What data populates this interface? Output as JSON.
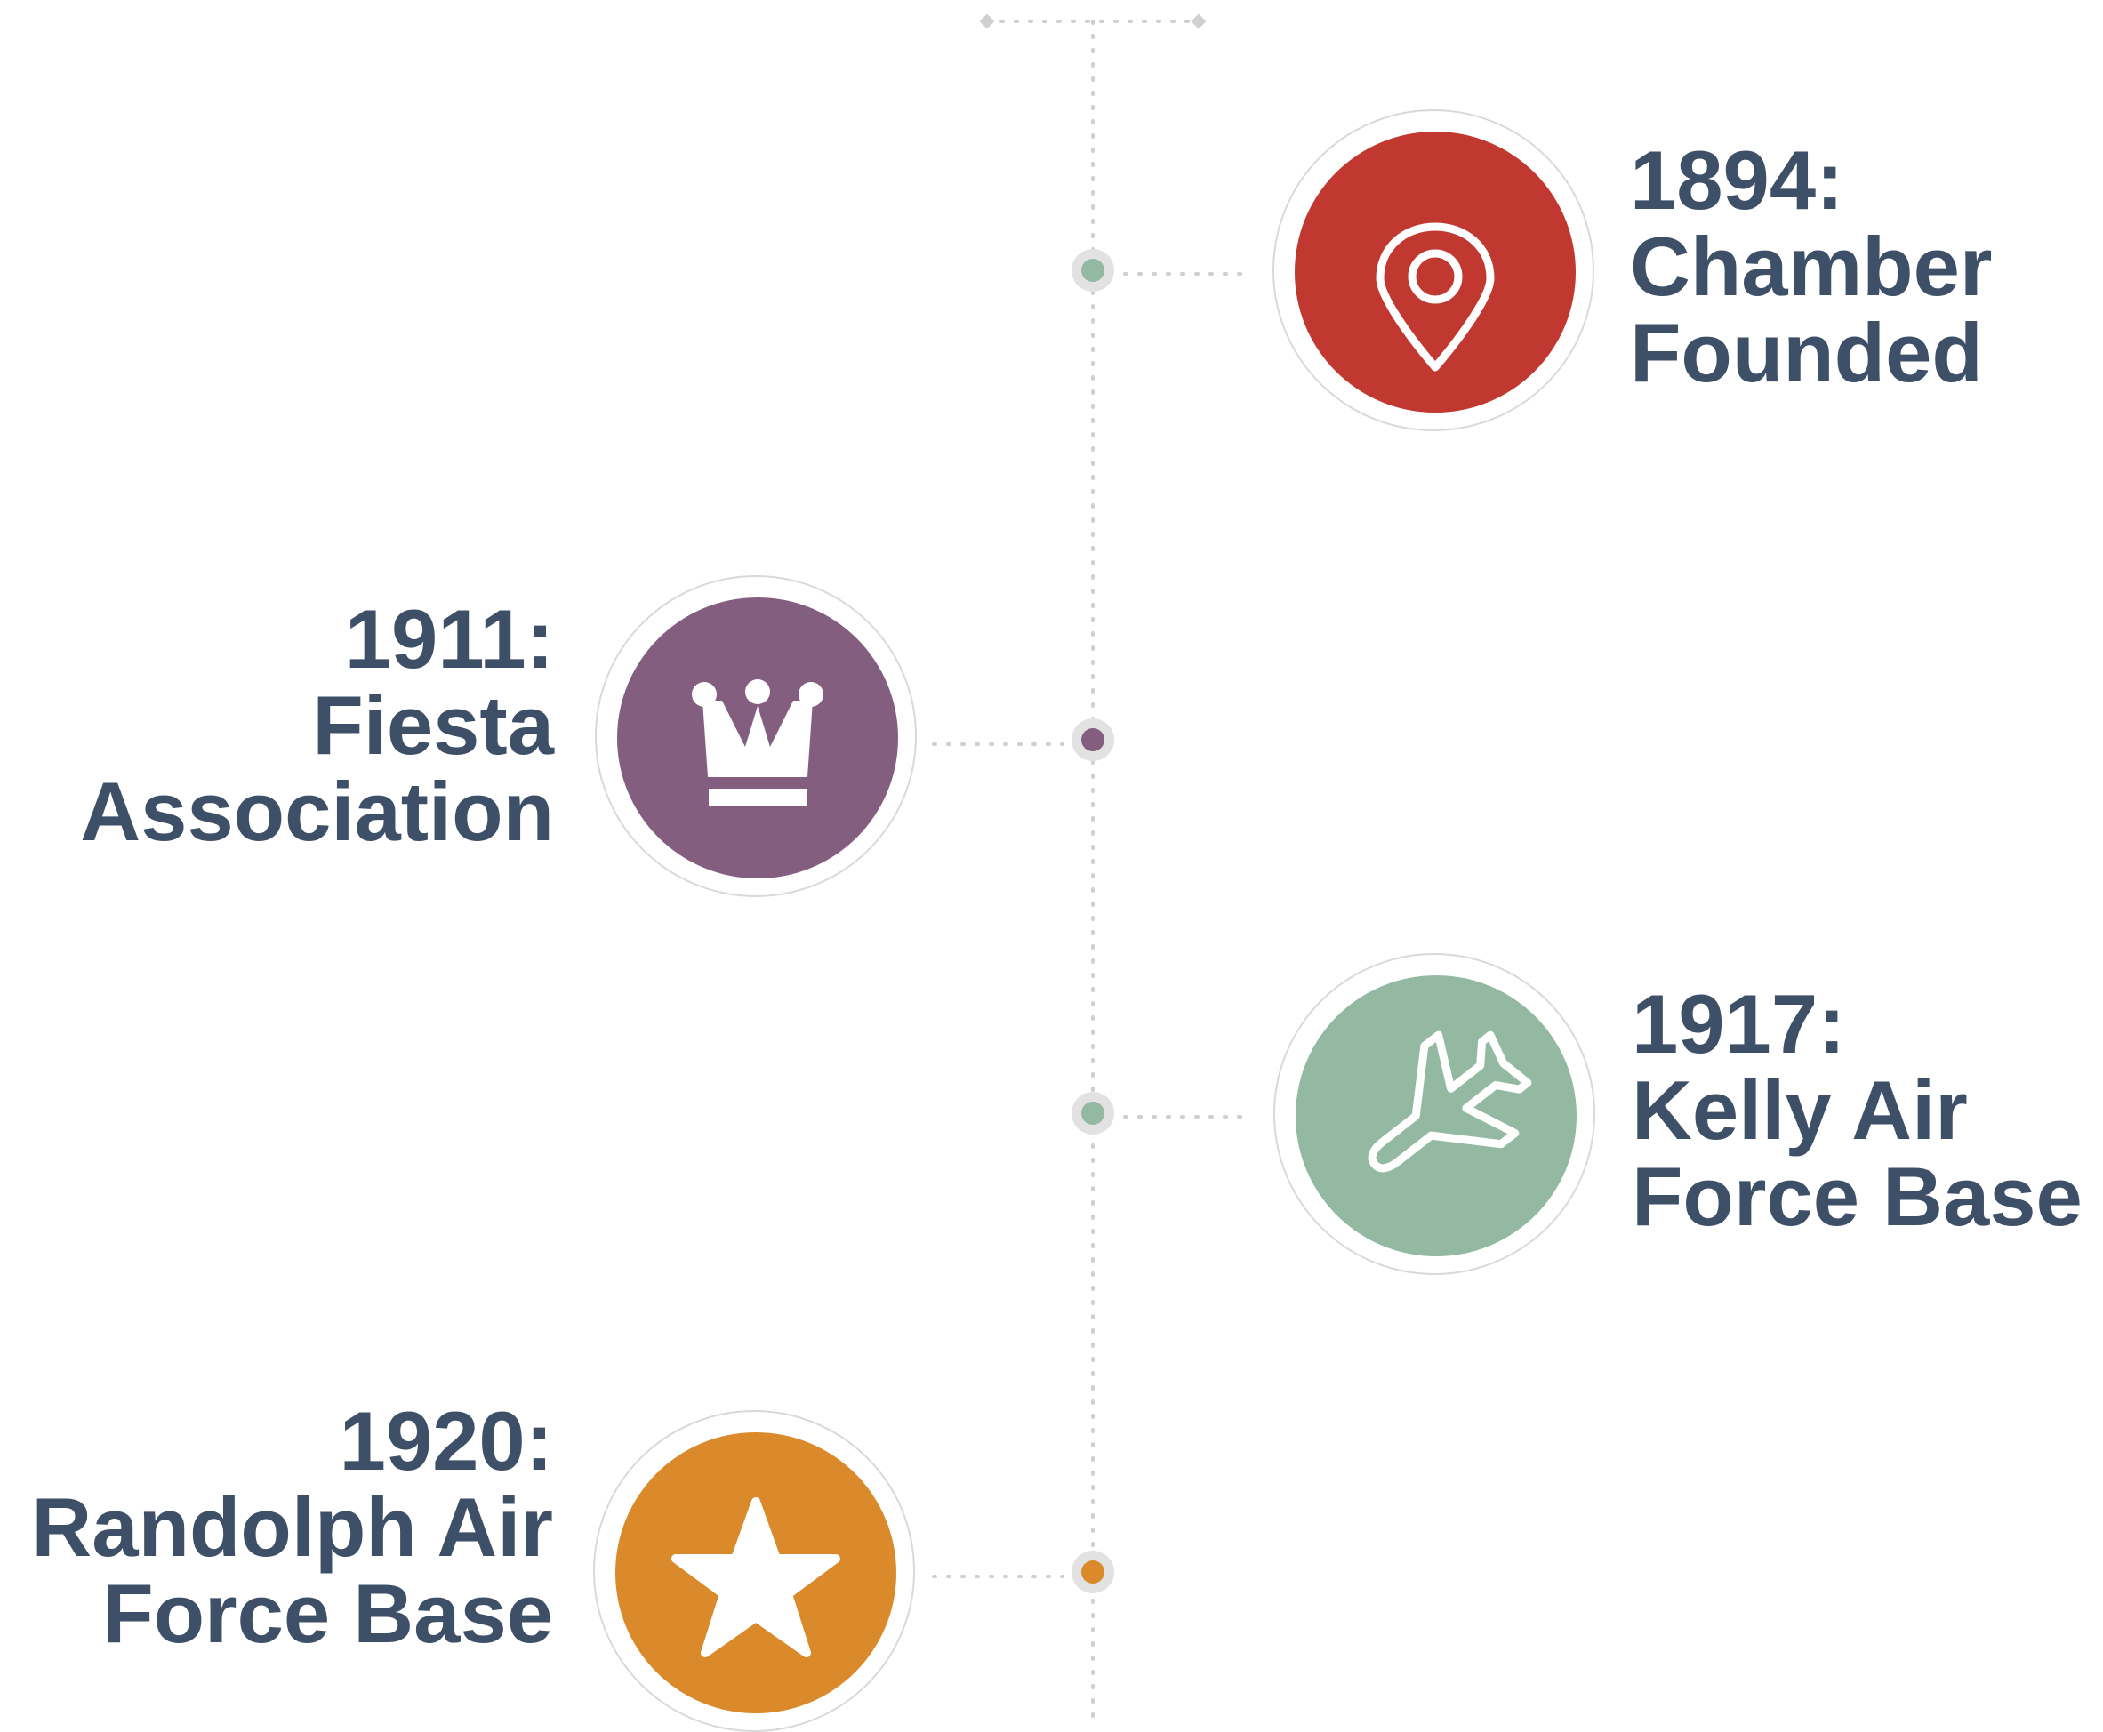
{
  "timeline": {
    "events": [
      {
        "year": "1894:",
        "title_lines": [
          "Chamber",
          "Founded"
        ],
        "icon": "map-pin-icon",
        "color": "#c0382f",
        "dot_color": "#93b9a3"
      },
      {
        "year": "1911:",
        "title_lines": [
          "Fiesta",
          "Association"
        ],
        "icon": "crown-icon",
        "color": "#845e7e",
        "dot_color": "#845e7e"
      },
      {
        "year": "1917:",
        "title_lines": [
          "Kelly Air",
          "Force Base"
        ],
        "icon": "airplane-icon",
        "color": "#93b9a3",
        "dot_color": "#93b9a3"
      },
      {
        "year": "1920:",
        "title_lines": [
          "Randolph Air",
          "Force Base"
        ],
        "icon": "star-icon",
        "color": "#da8a2b",
        "dot_color": "#da8a2b"
      }
    ],
    "text_color": "#3e5068",
    "line_color": "#d0d0d0"
  }
}
